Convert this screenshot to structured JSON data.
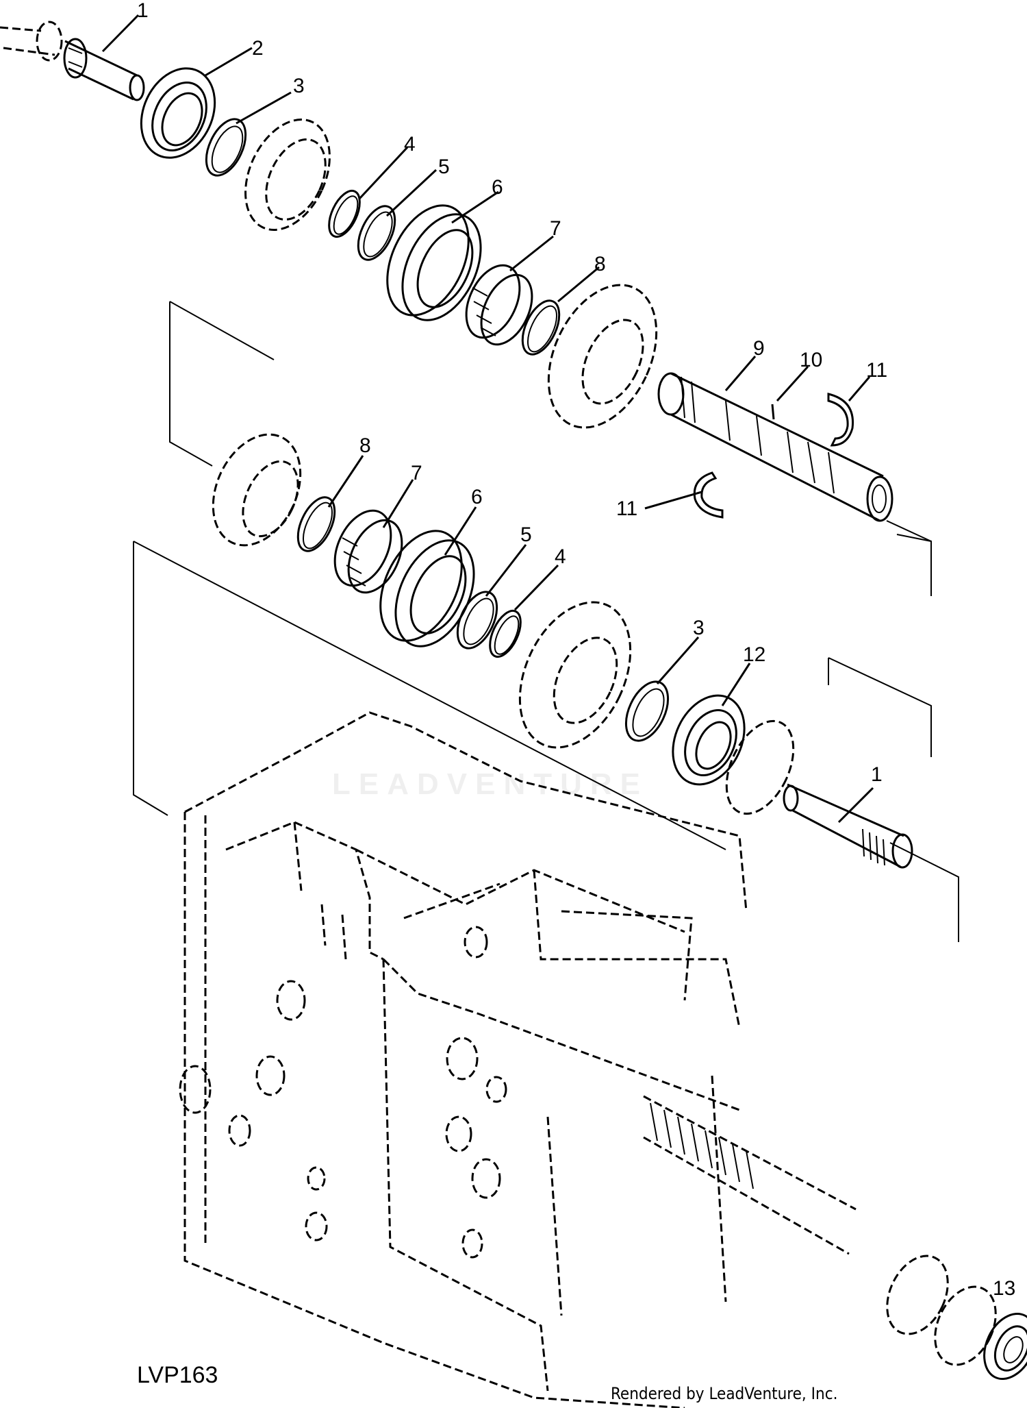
{
  "diagram_code": "LVP163",
  "credit": "Rendered by LeadVenture, Inc.",
  "watermark": "LEADVENTURE",
  "callouts": [
    {
      "id": "c1a",
      "text": "1"
    },
    {
      "id": "c2",
      "text": "2"
    },
    {
      "id": "c3a",
      "text": "3"
    },
    {
      "id": "c4a",
      "text": "4"
    },
    {
      "id": "c5a",
      "text": "5"
    },
    {
      "id": "c6a",
      "text": "6"
    },
    {
      "id": "c7a",
      "text": "7"
    },
    {
      "id": "c8a",
      "text": "8"
    },
    {
      "id": "c9",
      "text": "9"
    },
    {
      "id": "c10",
      "text": "10"
    },
    {
      "id": "c11a",
      "text": "11"
    },
    {
      "id": "c11b",
      "text": "11"
    },
    {
      "id": "c8b",
      "text": "8"
    },
    {
      "id": "c7b",
      "text": "7"
    },
    {
      "id": "c6b",
      "text": "6"
    },
    {
      "id": "c5b",
      "text": "5"
    },
    {
      "id": "c4b",
      "text": "4"
    },
    {
      "id": "c3b",
      "text": "3"
    },
    {
      "id": "c12",
      "text": "12"
    },
    {
      "id": "c1b",
      "text": "1"
    },
    {
      "id": "c13",
      "text": "13"
    }
  ]
}
